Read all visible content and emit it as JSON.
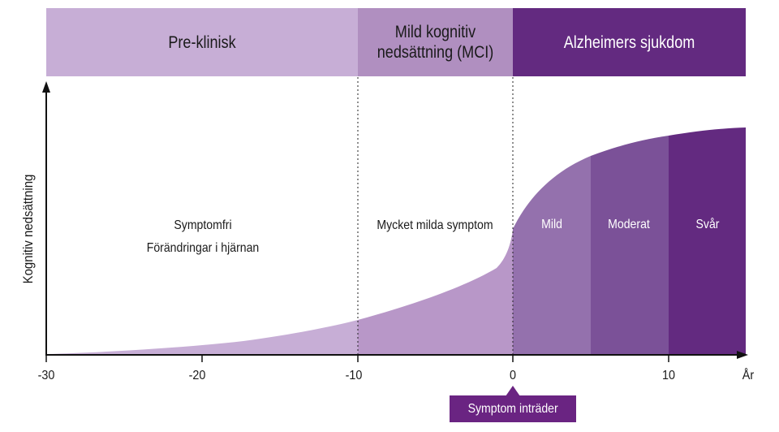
{
  "phases": [
    {
      "label": "Pre-klinisk",
      "color": "#c7aed6"
    },
    {
      "label_line1": "Mild kognitiv",
      "label_line2": "nedsättning (MCI)",
      "color": "#b08fc0"
    },
    {
      "label": "Alzheimers sjukdom",
      "color": "#632a80"
    }
  ],
  "axes": {
    "ylabel": "Kognitiv nedsättning",
    "xunit": "År",
    "ticks": [
      "-30",
      "-20",
      "-10",
      "0",
      "10"
    ]
  },
  "regions": {
    "preclinical_line1": "Symptomfri",
    "preclinical_line2": "Förändringar i hjärnan",
    "mci": "Mycket milda symptom"
  },
  "stages": [
    "Mild",
    "Moderat",
    "Svår"
  ],
  "marker": "Symptom inträder",
  "colors": {
    "preclinical_fill": "#c7aed6",
    "mci_fill": "#b897c8",
    "mild": "#9471ad",
    "moderate": "#7b5198",
    "severe": "#632a80",
    "axis": "#111111"
  }
}
